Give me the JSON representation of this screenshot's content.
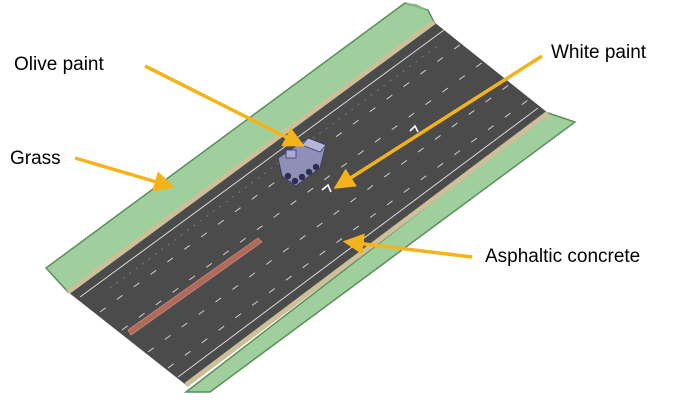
{
  "labels": {
    "olive_paint": "Olive paint",
    "grass": "Grass",
    "white_paint": "White paint",
    "asphaltic_concrete": "Asphaltic concrete"
  },
  "colors": {
    "arrow": "#f5b31b",
    "grass": "#9fcf9d",
    "grass_edge": "#5c8e5d",
    "asphalt": "#4b4b4b",
    "shoulder_strip": "#cdbf9a",
    "lane_marking": "#cfcfcf",
    "olive_stripe": "#b06a5c",
    "vehicle": "#8e90b8"
  }
}
